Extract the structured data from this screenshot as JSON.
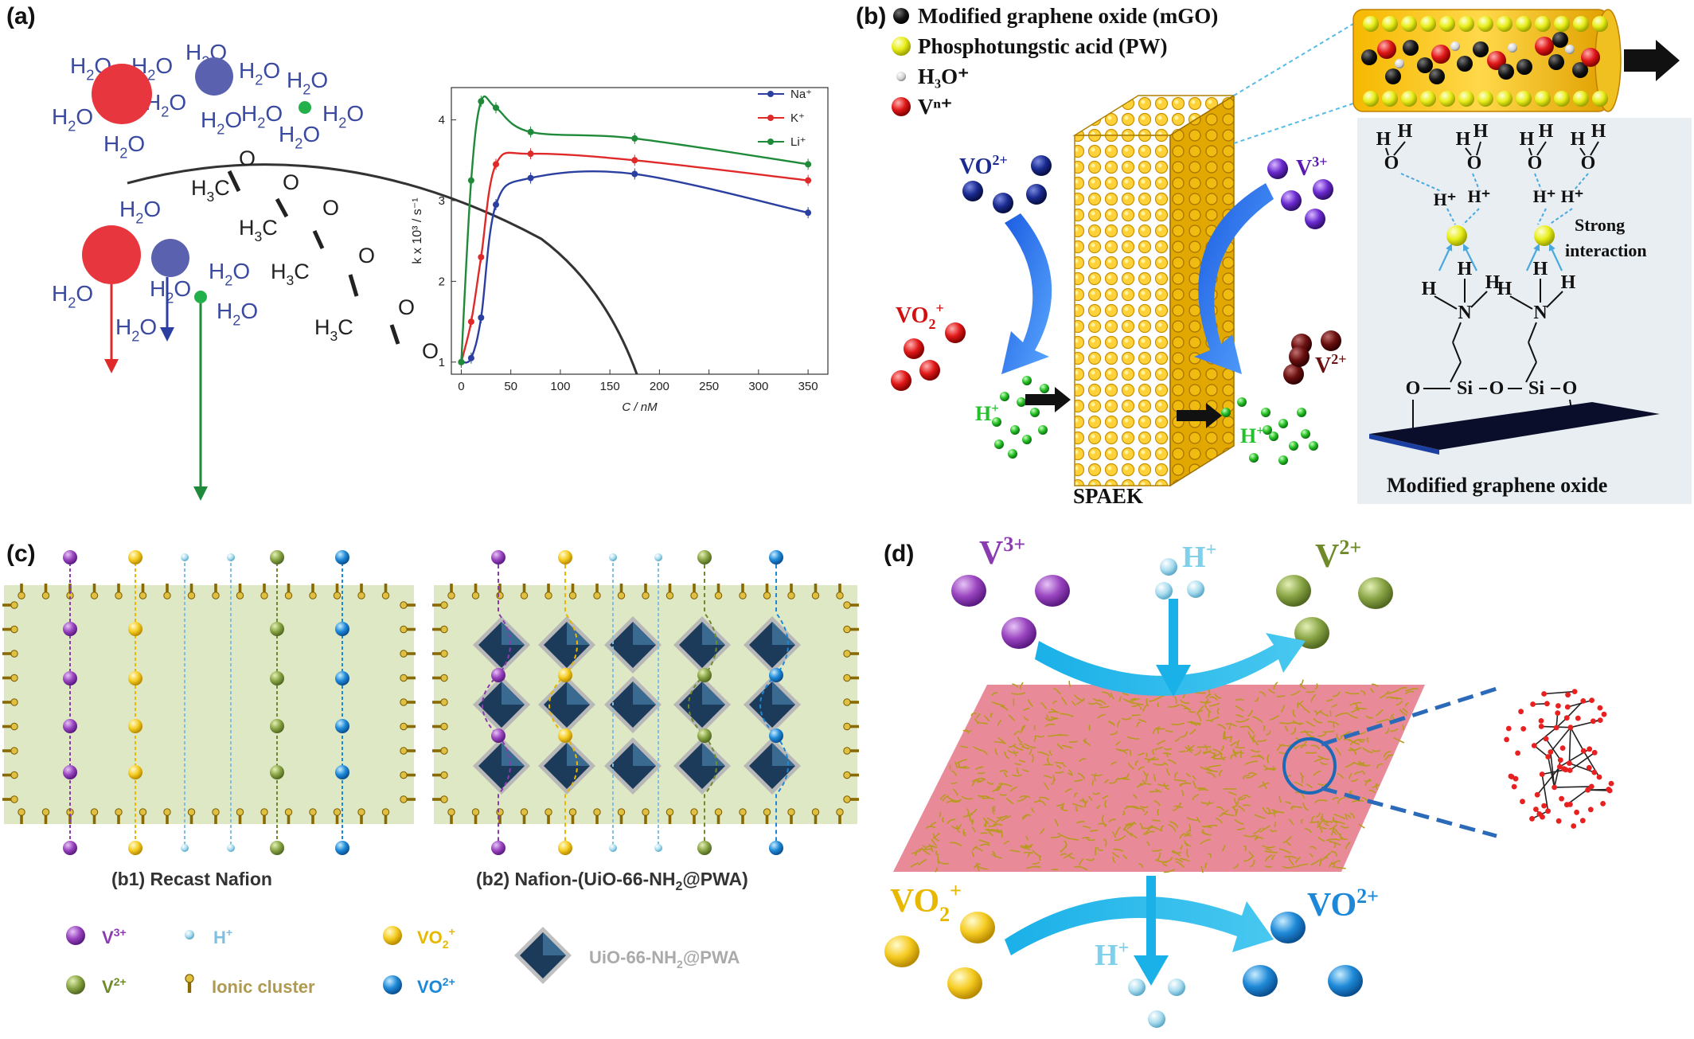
{
  "panels": {
    "a": {
      "letter": "(a)",
      "water": "H",
      "water_sub": "2",
      "water_end": "O",
      "h3c": "H",
      "h3c_sub": "3",
      "h3c_end": "C",
      "oxygen": "O"
    },
    "b": {
      "letter": "(b)",
      "legend": [
        {
          "label": "Modified graphene oxide (mGO)",
          "color": "#111111"
        },
        {
          "label": "Phosphotungstic acid (PW)",
          "color": "#e8ee1a"
        },
        {
          "label": "H₃O⁺",
          "color": "#d8d8d8"
        },
        {
          "label": "Vⁿ⁺",
          "color": "#c81010"
        }
      ],
      "vo2plus": "VO",
      "vo2plus_sup": "2+",
      "v3plus": "V",
      "v3plus_sup": "3+",
      "vo2_plus": "VO",
      "vo2_plus_sub": "2",
      "vo2_plus_sup": "+",
      "v2plus": "V",
      "v2plus_sup": "2+",
      "hplus": "H",
      "hplus_sup": "+",
      "membrane_label": "SPAEK",
      "strong": "Strong",
      "interaction": "interaction",
      "mgo_label": "Modified graphene oxide",
      "h": "H",
      "o": "O",
      "n": "N",
      "si": "Si",
      "hp": "H⁺"
    },
    "c": {
      "letter": "(c)",
      "caption_b1": "(b1) Recast Nafion",
      "caption_b2_pre": "(b2) Nafion-(UiO-66-NH",
      "caption_b2_sub": "2",
      "caption_b2_post": "@PWA)",
      "legend": {
        "v3": "V",
        "v3_sup": "3+",
        "h": "H",
        "h_sup": "+",
        "vo2": "VO",
        "vo2_sub": "2",
        "vo2_sup": "+",
        "v2": "V",
        "v2_sup": "2+",
        "ionic": "Ionic cluster",
        "vo": "VO",
        "vo_sup": "2+",
        "uio_pre": "UiO-66-NH",
        "uio_sub": "2",
        "uio_post": "@PWA"
      }
    },
    "d": {
      "letter": "(d)",
      "v3": "V",
      "v3_sup": "3+",
      "h_top": "H",
      "h_top_sup": "+",
      "v2": "V",
      "v2_sup": "2+",
      "vo2": "VO",
      "vo2_sub": "2",
      "vo2_sup": "+",
      "h_bot": "H",
      "h_bot_sup": "+",
      "vo2plus": "VO",
      "vo2plus_sup": "2+"
    }
  },
  "colors": {
    "na": "#2b3fa0",
    "k": "#e02a2a",
    "li": "#1f8a3a",
    "v3": "#8b3bb0",
    "v2": "#7f9a3a",
    "vo2": "#f2c81a",
    "vo": "#1e88d8",
    "h": "#7fd0ea",
    "water_text": "#3a4aa0"
  },
  "chart_data": {
    "type": "line",
    "xlabel": "C / nM",
    "ylabel": "k x 10³ / s⁻¹",
    "xlim": [
      -10,
      370
    ],
    "ylim": [
      0.85,
      4.4
    ],
    "xticks": [
      0,
      50,
      100,
      150,
      200,
      250,
      300,
      350
    ],
    "yticks": [
      1,
      2,
      3,
      4
    ],
    "legend_position": "top-right",
    "series": [
      {
        "name": "Na⁺",
        "color": "#2b3fa0",
        "x": [
          0,
          10,
          20,
          35,
          70,
          175,
          350
        ],
        "y": [
          1.0,
          1.05,
          1.55,
          2.95,
          3.28,
          3.33,
          2.85
        ]
      },
      {
        "name": "K⁺",
        "color": "#e02a2a",
        "x": [
          0,
          10,
          20,
          35,
          70,
          175,
          350
        ],
        "y": [
          1.0,
          1.5,
          2.3,
          3.45,
          3.58,
          3.5,
          3.25
        ]
      },
      {
        "name": "Li⁺",
        "color": "#1f8a3a",
        "x": [
          0,
          10,
          20,
          35,
          70,
          175,
          350
        ],
        "y": [
          1.0,
          3.25,
          4.23,
          4.15,
          3.85,
          3.77,
          3.45
        ]
      }
    ]
  }
}
